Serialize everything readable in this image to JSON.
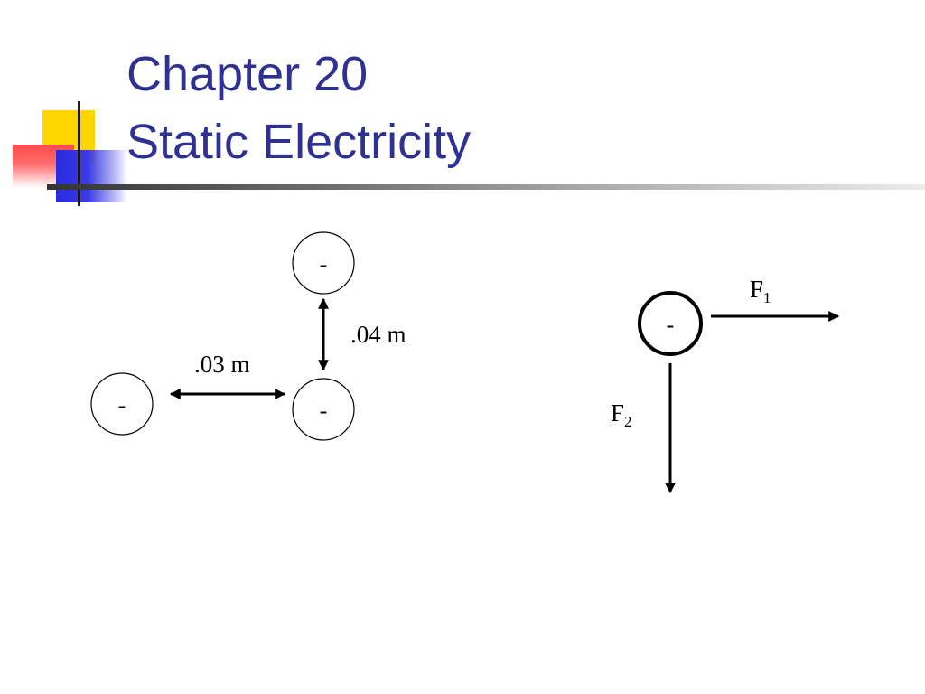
{
  "slide": {
    "title_line_1": "Chapter 20",
    "title_line_2": "Static Electricity",
    "title_color": "#2e3192"
  },
  "diagram_left": {
    "charges": [
      {
        "label": "-"
      },
      {
        "label": "-"
      },
      {
        "label": "-"
      }
    ],
    "distance_horizontal": ".03 m",
    "distance_vertical": ".04 m"
  },
  "diagram_right": {
    "charge_label": "-",
    "force_1": {
      "letter": "F",
      "subscript": "1"
    },
    "force_2": {
      "letter": "F",
      "subscript": "2"
    }
  }
}
